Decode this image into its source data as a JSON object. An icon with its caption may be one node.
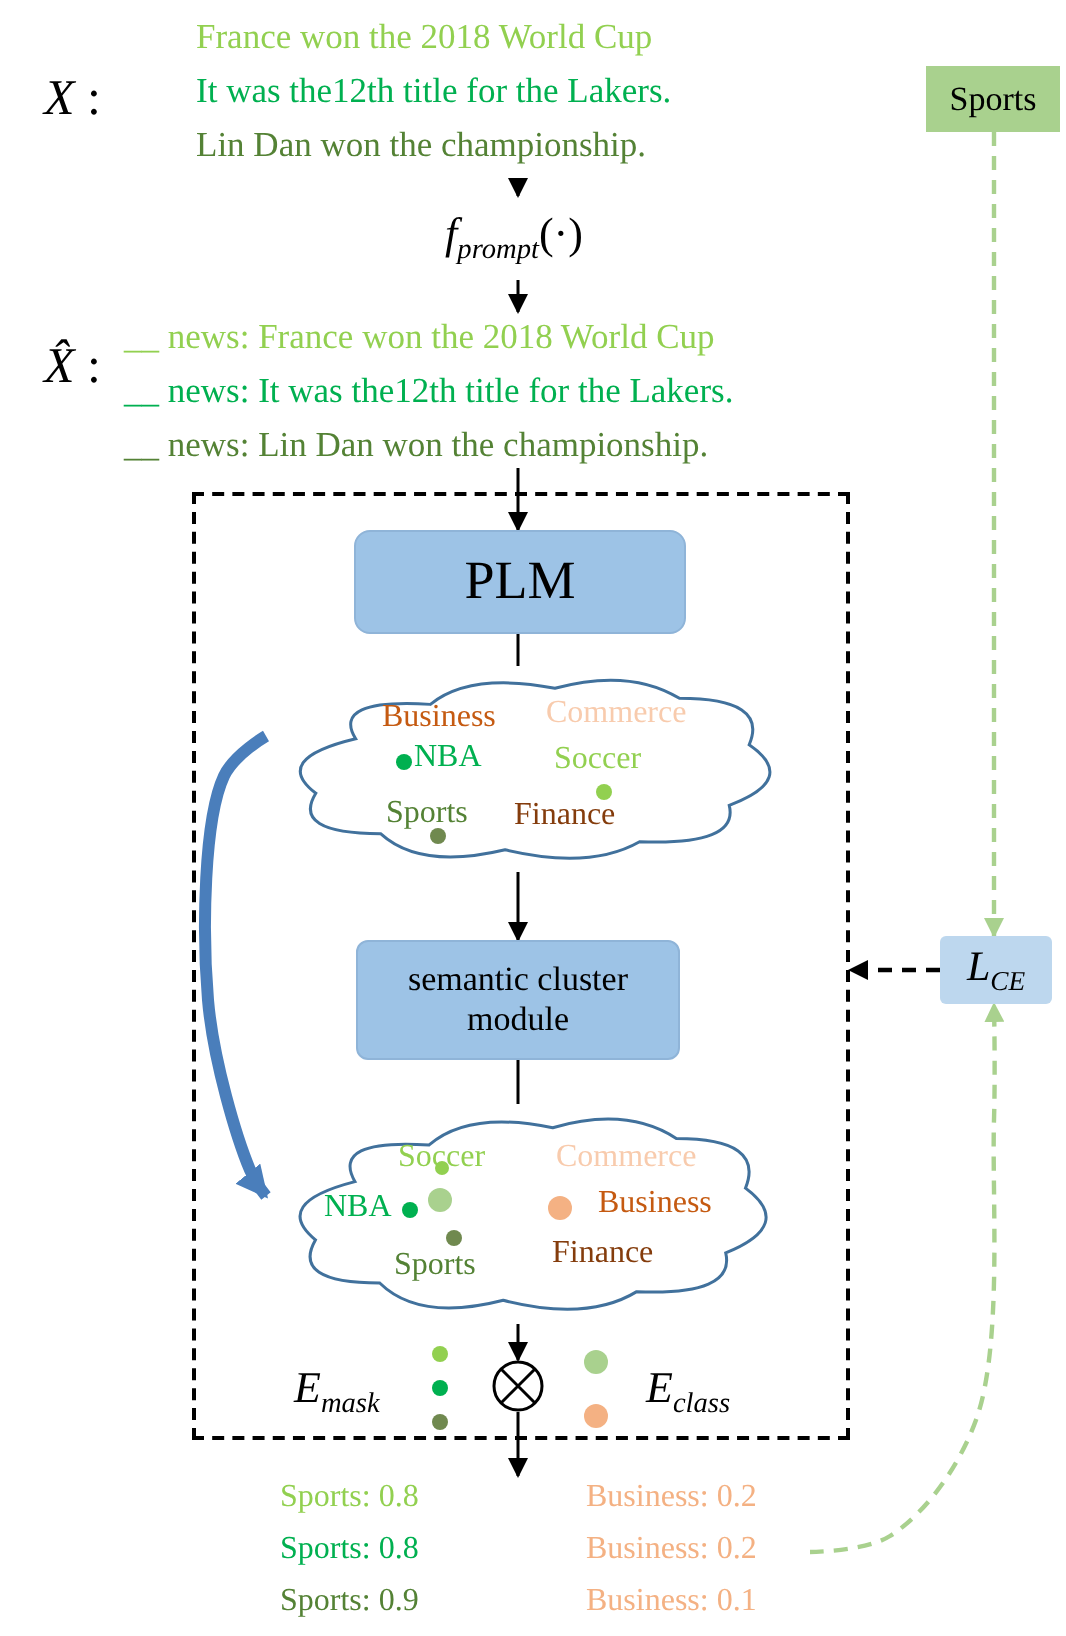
{
  "diagram": {
    "nodes": [
      {
        "text": [
          "France won the 2018 World Cup",
          "It was the12th title for the Lakers.",
          "Lin Dan won the championship."
        ]
      },
      {
        "text": [
          "Sports"
        ]
      },
      {
        "text": [
          "*f*$_{prompt}$(·)"
        ]
      },
      {
        "text": [
          "__ news: France won the 2018 World Cup",
          "__ news: It was the12th title for the Lakers.",
          "__ news: Lin Dan won the championship."
        ]
      },
      {
        "text": [],
        "shape": "box"
      },
      {
        "text": [
          "PLM"
        ],
        "in": 4
      },
      {
        "text": [
          "Business",
          "Commerce",
          "NBA",
          "Soccer",
          "Sports",
          "Finance"
        ],
        "in": 4
      },
      {
        "text": [
          "semantic cluster module"
        ],
        "in": 4
      },
      {
        "text": [
          "Soccer",
          "Commerce",
          "NBA",
          "Business",
          "Sports",
          "Finance"
        ],
        "in": 4
      },
      {
        "text": [],
        "shape": "circle",
        "in": 4
      },
      {
        "text": [
          "*L*$_{CE}$"
        ]
      },
      {
        "text": [
          "Sports: 0.8",
          "Business: 0.2",
          "Sports: 0.8",
          "Business: 0.2",
          "Sports: 0.9",
          "Business: 0.1"
        ]
      }
    ],
    "edges": [
      {
        "from": 0,
        "to": 2,
        "arrow": "to"
      },
      {
        "from": 2,
        "to": 3,
        "arrow": "to"
      },
      {
        "from": 3,
        "to": 5,
        "arrow": "to"
      },
      {
        "from": 5,
        "to": 6,
        "arrow": "none"
      },
      {
        "from": 6,
        "to": 7,
        "arrow": "to"
      },
      {
        "from": 7,
        "to": 8,
        "arrow": "none"
      },
      {
        "from": 8,
        "to": 9,
        "arrow": "to"
      },
      {
        "from": 9,
        "to": 11,
        "arrow": "to"
      },
      {
        "from": 6,
        "to": 8,
        "arrow": "to",
        "style": "thick",
        "color": "#4a7ebb"
      },
      {
        "from": 1,
        "to": 10,
        "arrow": "to",
        "style": "dashed",
        "color": "#a9d18e"
      },
      {
        "from": 11,
        "to": 10,
        "arrow": "to",
        "style": "dashed",
        "color": "#a9d18e"
      },
      {
        "from": 10,
        "to": 4,
        "arrow": "to",
        "style": "dashed"
      }
    ],
    "labels": [
      "*X* :",
      "*X̂* :",
      "*E*$_{mask}$",
      "*E*$_{class}$"
    ]
  }
}
